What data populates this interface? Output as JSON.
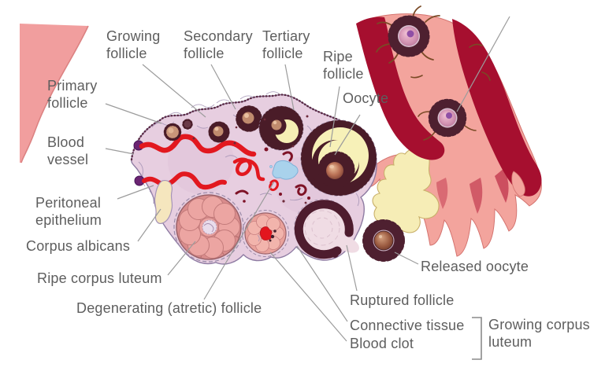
{
  "figure_labels": {
    "growing_follicle": "Growing\nfollicle",
    "secondary_follicle": "Secondary\nfollicle",
    "tertiary_follicle": "Tertiary\nfollicle",
    "ripe_follicle": "Ripe\nfollicle",
    "oocyte": "Oocyte",
    "primary_follicle": "Primary\nfollicle",
    "blood_vessel": "Blood\nvessel",
    "peritoneal_epithelium": "Peritoneal\nepithelium",
    "corpus_albicans": "Corpus albicans",
    "ripe_corpus_luteum": "Ripe corpus luteum",
    "degenerating_follicle": "Degenerating (atretic) follicle",
    "ruptured_follicle": "Ruptured follicle",
    "connective_tissue": "Connective tissue",
    "blood_clot": "Blood clot",
    "growing_corpus_luteum": "Growing corpus\nluteum",
    "released_oocyte": "Released oocyte"
  },
  "palette": {
    "background": "#ffffff",
    "label_text": "#5e5e5e",
    "leader_line": "#9c9c9c",
    "ovary_fill": "#e7cee0",
    "ovary_outline": "#8e7ba2",
    "follicle_granulosa": "#4a1c28",
    "follicle_antrum_yellow": "#f7f1b8",
    "oocyte_tan": "#c08b6e",
    "blood_bright_red": "#e2181f",
    "blood_dark_maroon": "#7e1226",
    "vessel_tip_purple": "#6b2472",
    "corpus_albicans_cream": "#f5e6be",
    "corpus_luteum_pink": "#eca5a2",
    "ruptured_follicle_maroon": "#4e1c2e",
    "ruptured_interior_pink": "#f0dce4",
    "degenerating_blue": "#a9d2ec",
    "tube_salmon": "#f3a49d",
    "tube_wall_crimson": "#a60f2f",
    "fimbrial_fluid_cream": "#f6edb6",
    "released_oocyte_ball": "#9a5a40",
    "tube_oocyte_pink": "#e3a9c4"
  }
}
